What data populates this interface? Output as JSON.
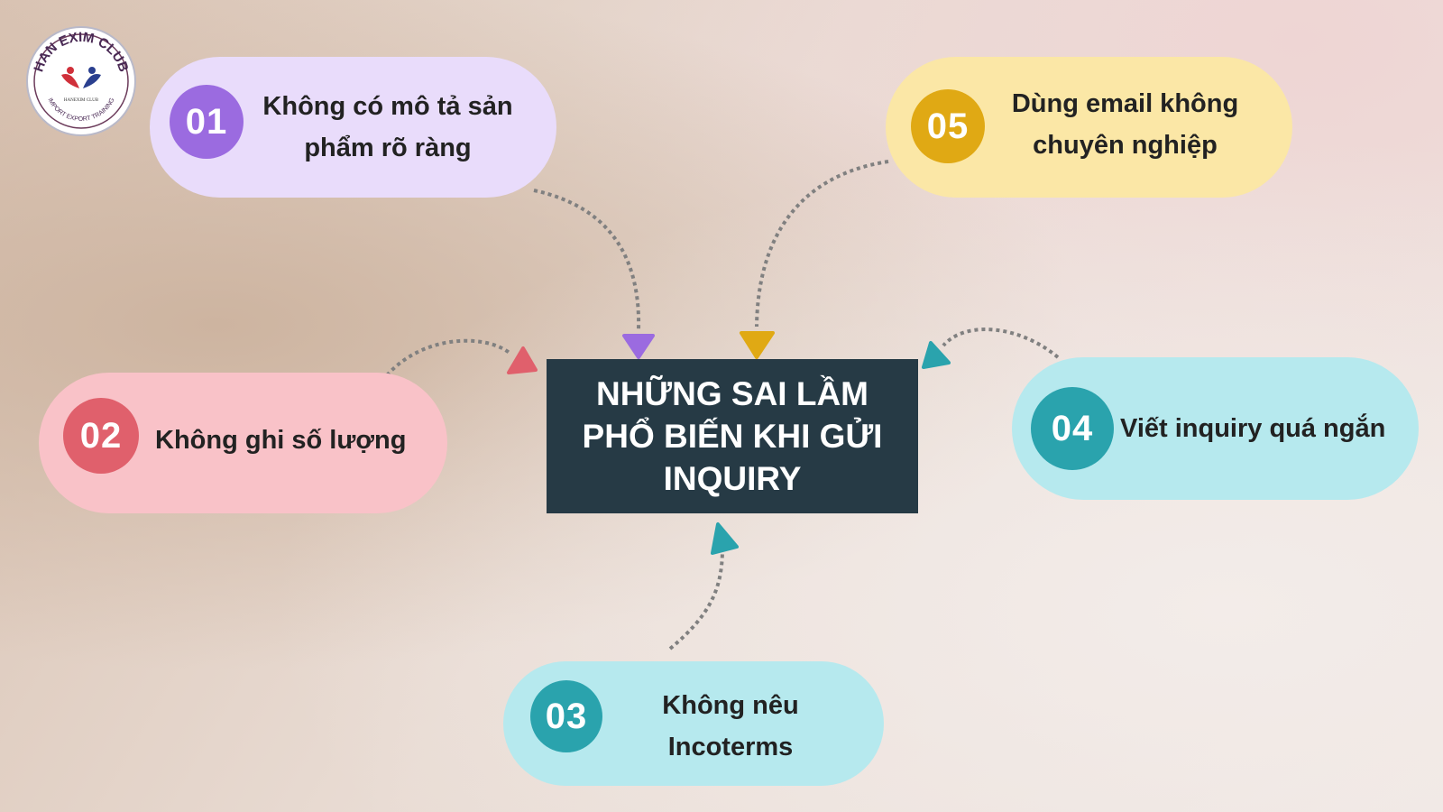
{
  "logo": {
    "text_top": "HAN EXIM CLUB",
    "text_bottom": "IMPORT EXPORT TRAINING",
    "inner": "HANEXIM CLUB"
  },
  "title": "NHỮNG SAI LẦM PHỔ BIẾN KHI GỬI INQUIRY",
  "colors": {
    "title_bg": "#263a45",
    "purple": "#9b6be0",
    "pink": "#e0606c",
    "teal": "#2aa3ad",
    "yellow": "#e0a914"
  },
  "items": [
    {
      "num": "01",
      "text": "Không có mô tả sản phẩm rõ ràng"
    },
    {
      "num": "02",
      "text": "Không ghi số lượng"
    },
    {
      "num": "03",
      "text": "Không nêu Incoterms"
    },
    {
      "num": "04",
      "text": "Viết inquiry quá ngắn"
    },
    {
      "num": "05",
      "text": "Dùng email không chuyên nghiệp"
    }
  ]
}
